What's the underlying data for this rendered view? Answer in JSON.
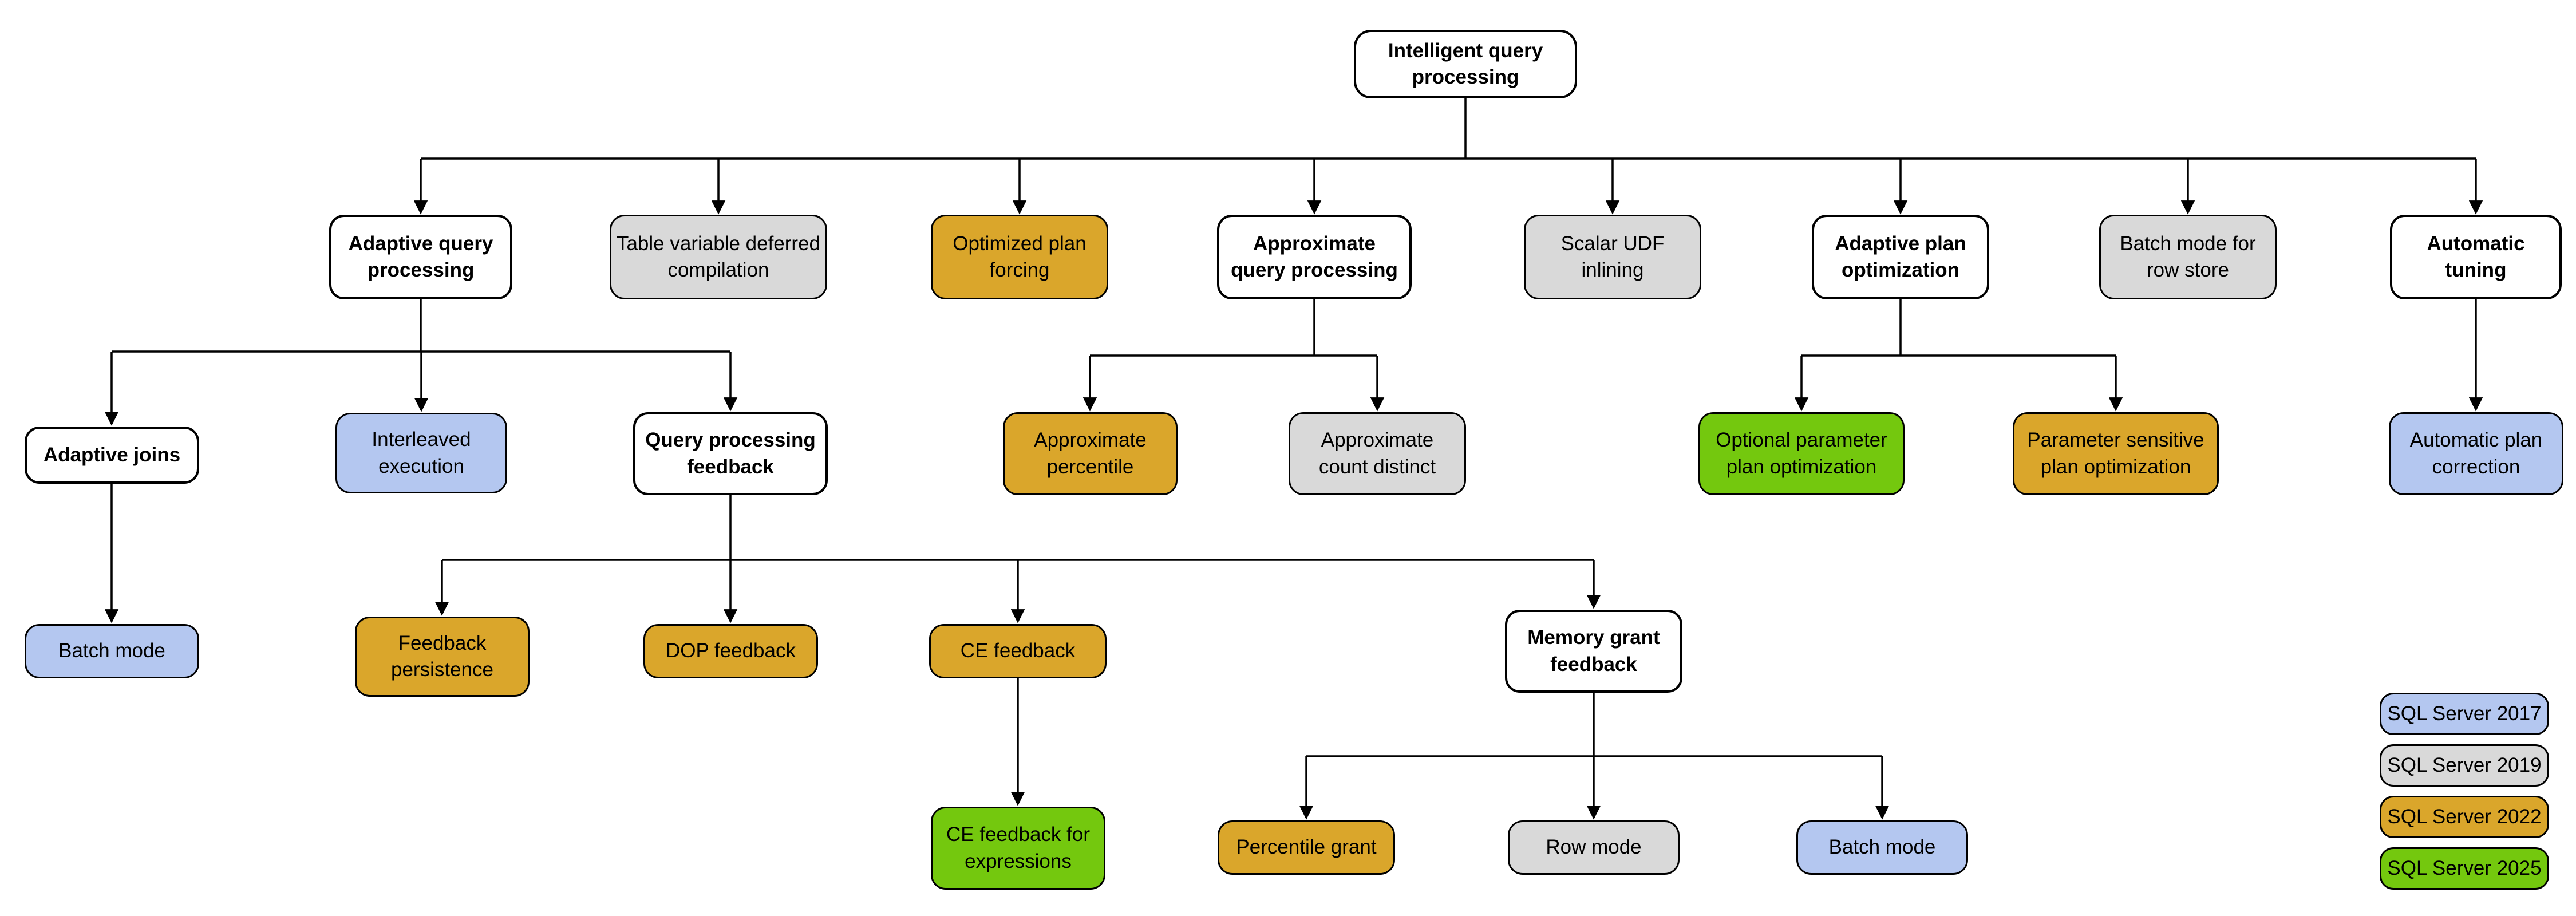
{
  "palette": {
    "cat": "#FFFFFF",
    "v2017": "#B4C7F0",
    "v2019": "#D9D9D9",
    "v2022": "#DAA62B",
    "v2025": "#74C80E",
    "line": "#000000"
  },
  "nodes": {
    "intelligent_query_processing": {
      "label": "Intelligent query processing",
      "category": "cat"
    },
    "adaptive_query_processing": {
      "label": "Adaptive query processing",
      "category": "cat"
    },
    "table_variable_deferred_compilation": {
      "label": "Table variable deferred compilation",
      "category": "v2019"
    },
    "optimized_plan_forcing": {
      "label": "Optimized plan forcing",
      "category": "v2022"
    },
    "approximate_query_processing": {
      "label": "Approximate query processing",
      "category": "cat"
    },
    "scalar_udf_inlining": {
      "label": "Scalar UDF inlining",
      "category": "v2019"
    },
    "adaptive_plan_optimization": {
      "label": "Adaptive plan optimization",
      "category": "cat"
    },
    "batch_mode_for_row_store": {
      "label": "Batch mode for row store",
      "category": "v2019"
    },
    "automatic_tuning": {
      "label": "Automatic tuning",
      "category": "cat"
    },
    "adaptive_joins": {
      "label": "Adaptive joins",
      "category": "cat"
    },
    "interleaved_execution": {
      "label": "Interleaved execution",
      "category": "v2017"
    },
    "query_processing_feedback": {
      "label": "Query processing feedback",
      "category": "cat"
    },
    "approximate_percentile": {
      "label": "Approximate percentile",
      "category": "v2022"
    },
    "approximate_count_distinct": {
      "label": "Approximate count distinct",
      "category": "v2019"
    },
    "optional_parameter_plan_optimization": {
      "label": "Optional parameter plan optimization",
      "category": "v2025"
    },
    "parameter_sensitive_plan_optimization": {
      "label": "Parameter sensitive plan optimization",
      "category": "v2022"
    },
    "automatic_plan_correction": {
      "label": "Automatic plan correction",
      "category": "v2017"
    },
    "batch_mode_adaptive_joins": {
      "label": "Batch mode",
      "category": "v2017"
    },
    "feedback_persistence": {
      "label": "Feedback persistence",
      "category": "v2022"
    },
    "dop_feedback": {
      "label": "DOP feedback",
      "category": "v2022"
    },
    "ce_feedback": {
      "label": "CE feedback",
      "category": "v2022"
    },
    "memory_grant_feedback": {
      "label": "Memory grant feedback",
      "category": "cat"
    },
    "ce_feedback_for_expressions": {
      "label": "CE feedback for expressions",
      "category": "v2025"
    },
    "percentile_grant": {
      "label": "Percentile grant",
      "category": "v2022"
    },
    "row_mode": {
      "label": "Row mode",
      "category": "v2019"
    },
    "batch_mode_memory_grant": {
      "label": "Batch mode",
      "category": "v2017"
    }
  },
  "edges": [
    [
      "intelligent_query_processing",
      "adaptive_query_processing"
    ],
    [
      "intelligent_query_processing",
      "table_variable_deferred_compilation"
    ],
    [
      "intelligent_query_processing",
      "optimized_plan_forcing"
    ],
    [
      "intelligent_query_processing",
      "approximate_query_processing"
    ],
    [
      "intelligent_query_processing",
      "scalar_udf_inlining"
    ],
    [
      "intelligent_query_processing",
      "adaptive_plan_optimization"
    ],
    [
      "intelligent_query_processing",
      "batch_mode_for_row_store"
    ],
    [
      "intelligent_query_processing",
      "automatic_tuning"
    ],
    [
      "adaptive_query_processing",
      "adaptive_joins"
    ],
    [
      "adaptive_query_processing",
      "interleaved_execution"
    ],
    [
      "adaptive_query_processing",
      "query_processing_feedback"
    ],
    [
      "approximate_query_processing",
      "approximate_percentile"
    ],
    [
      "approximate_query_processing",
      "approximate_count_distinct"
    ],
    [
      "adaptive_plan_optimization",
      "optional_parameter_plan_optimization"
    ],
    [
      "adaptive_plan_optimization",
      "parameter_sensitive_plan_optimization"
    ],
    [
      "automatic_tuning",
      "automatic_plan_correction"
    ],
    [
      "adaptive_joins",
      "batch_mode_adaptive_joins"
    ],
    [
      "query_processing_feedback",
      "feedback_persistence"
    ],
    [
      "query_processing_feedback",
      "dop_feedback"
    ],
    [
      "query_processing_feedback",
      "ce_feedback"
    ],
    [
      "query_processing_feedback",
      "memory_grant_feedback"
    ],
    [
      "ce_feedback",
      "ce_feedback_for_expressions"
    ],
    [
      "memory_grant_feedback",
      "percentile_grant"
    ],
    [
      "memory_grant_feedback",
      "row_mode"
    ],
    [
      "memory_grant_feedback",
      "batch_mode_memory_grant"
    ]
  ],
  "legend": {
    "items": [
      {
        "label": "SQL Server 2017",
        "category": "v2017"
      },
      {
        "label": "SQL Server 2019",
        "category": "v2019"
      },
      {
        "label": "SQL Server 2022",
        "category": "v2022"
      },
      {
        "label": "SQL Server 2025",
        "category": "v2025"
      }
    ]
  }
}
